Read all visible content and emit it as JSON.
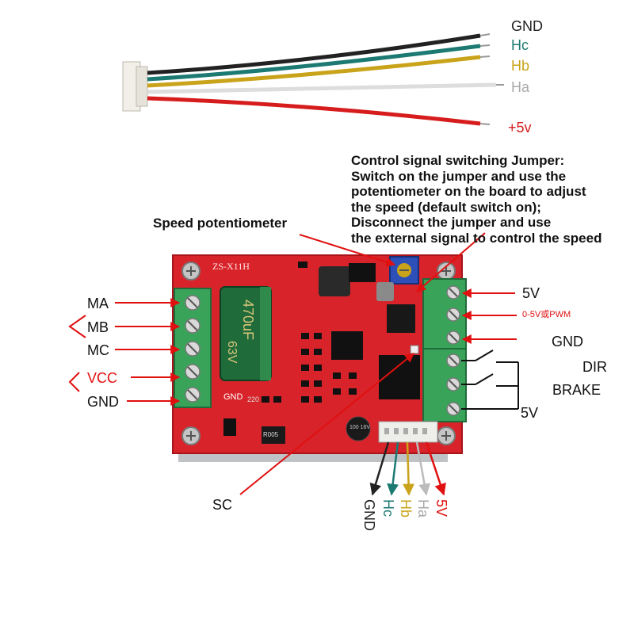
{
  "colors": {
    "background": "#ffffff",
    "board": "#d8232a",
    "terminal": "#3aa35a",
    "capacitor": "#1f6b3a",
    "arrow_red": "#e01010",
    "wire_black": "#222222",
    "wire_teal": "#1c7a72",
    "wire_yellow": "#c9a31a",
    "wire_gray": "#bbbbbb",
    "wire_red": "#d61c1c"
  },
  "hall_cable": {
    "labels": [
      {
        "text": "GND",
        "color": "#222222"
      },
      {
        "text": "Hc",
        "color": "#1c7a72"
      },
      {
        "text": "Hb",
        "color": "#c9a31a"
      },
      {
        "text": "Ha",
        "color": "#aaaaaa"
      },
      {
        "text": "+5v",
        "color": "#d61c1c"
      }
    ]
  },
  "annotations": {
    "jumper_note": "Control signal switching Jumper:\nSwitch on the jumper and use the\npotentiometer on the board to adjust\nthe speed (default switch on);\nDisconnect the jumper and use\nthe external signal to control the speed",
    "speed_pot": "Speed potentiometer",
    "sc": "SC"
  },
  "left_terminals": [
    {
      "text": "MA",
      "color": "#111111"
    },
    {
      "text": "MB",
      "color": "#111111"
    },
    {
      "text": "MC",
      "color": "#111111"
    },
    {
      "text": "VCC",
      "color": "#e01010"
    },
    {
      "text": "GND",
      "color": "#111111"
    }
  ],
  "right_terminals": {
    "v5_top": "5V",
    "signal": "0-5V或PWM",
    "gnd": "GND",
    "dir": "DIR",
    "brake": "BRAKE",
    "v5_bottom": "5V"
  },
  "board_marks": {
    "model": "ZS-X11H",
    "cap_value": "470uF",
    "cap_voltage": "63V",
    "gnd_print": "GND",
    "r005": "R005",
    "r220": "220",
    "cap_small": "100 16V"
  },
  "bottom_connector": [
    {
      "text": "GND",
      "color": "#222222"
    },
    {
      "text": "Hc",
      "color": "#1c7a72"
    },
    {
      "text": "Hb",
      "color": "#c9a31a"
    },
    {
      "text": "Ha",
      "color": "#aaaaaa"
    },
    {
      "text": "5V",
      "color": "#d61c1c"
    }
  ]
}
